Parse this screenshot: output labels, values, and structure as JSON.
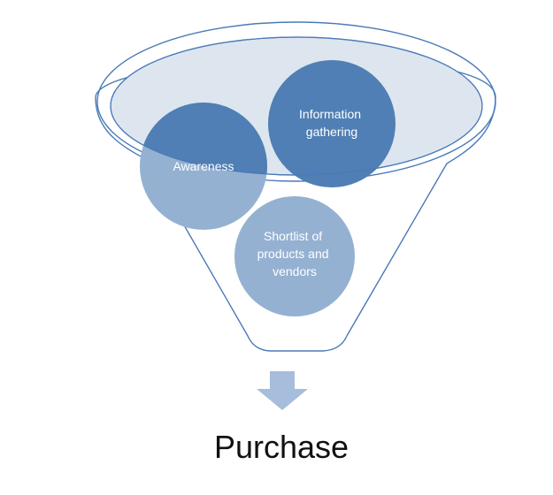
{
  "diagram": {
    "stages": [
      {
        "id": "awareness",
        "lines": [
          "Awareness"
        ]
      },
      {
        "id": "information-gathering",
        "lines": [
          "Information",
          "gathering"
        ]
      },
      {
        "id": "shortlist",
        "lines": [
          "Shortlist of",
          "products and",
          "vendors"
        ]
      }
    ],
    "result": "Purchase",
    "colors": {
      "funnel_outline": "#4a7ab8",
      "funnel_fill": "#ffffff",
      "funnel_top": "#dde5ef",
      "circle_dark": "#4f7fb4",
      "circle_light": "#95b1d2",
      "arrow": "#a6bddb"
    }
  }
}
